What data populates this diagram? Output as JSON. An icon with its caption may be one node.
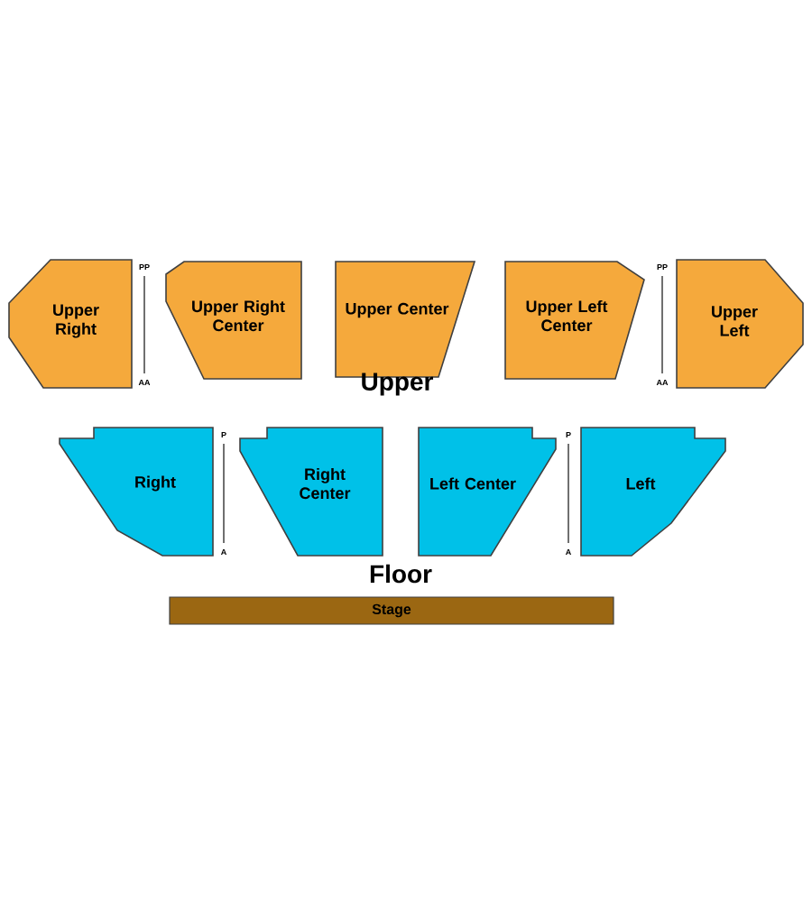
{
  "diagram": {
    "nodes": [
      {
        "text": [
          "Upper Right"
        ]
      },
      {
        "text": [
          "Upper Right Center"
        ]
      },
      {
        "text": [
          "Upper Center"
        ]
      },
      {
        "text": [
          "Upper Left Center"
        ]
      },
      {
        "text": [
          "Upper Left"
        ]
      },
      {
        "text": [
          "Right"
        ]
      },
      {
        "text": [
          "Right Center"
        ]
      },
      {
        "text": [
          "Left Center"
        ]
      },
      {
        "text": [
          "Left"
        ]
      },
      {
        "text": [
          "Stage"
        ]
      }
    ],
    "labels": [
      "PP",
      "AA",
      "PP",
      "AA",
      "Upper",
      "P",
      "A",
      "P",
      "A",
      "Floor"
    ]
  }
}
